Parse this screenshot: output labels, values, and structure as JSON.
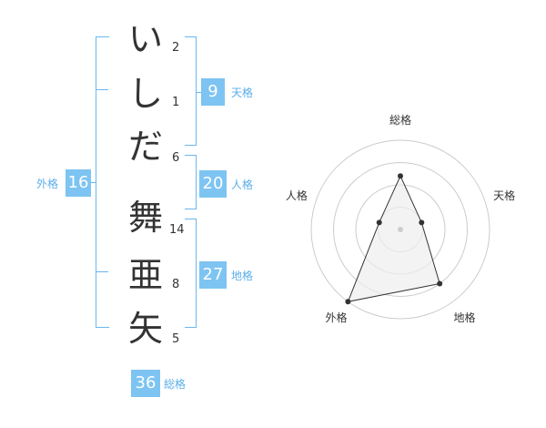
{
  "name": {
    "characters": [
      {
        "char": "い",
        "strokes": "2"
      },
      {
        "char": "し",
        "strokes": "1"
      },
      {
        "char": "だ",
        "strokes": "6"
      },
      {
        "char": "舞",
        "strokes": "14"
      },
      {
        "char": "亜",
        "strokes": "8"
      },
      {
        "char": "矢",
        "strokes": "5"
      }
    ]
  },
  "kakusu": {
    "tenkaku": {
      "value": "9",
      "label": "天格"
    },
    "jinkaku": {
      "value": "20",
      "label": "人格"
    },
    "chikaku": {
      "value": "27",
      "label": "地格"
    },
    "gaikaku": {
      "value": "16",
      "label": "外格"
    },
    "soukaku": {
      "value": "36",
      "label": "総格"
    }
  },
  "radar": {
    "axes": [
      "総格",
      "天格",
      "地格",
      "外格",
      "人格"
    ],
    "values": [
      0.6,
      0.25,
      0.75,
      1.0,
      0.25
    ],
    "ring_count": 4,
    "colors": {
      "grid": "#cccccc",
      "polygon_stroke": "#333333",
      "polygon_fill": "#eeeeee",
      "point": "#333333",
      "center": "#cccccc"
    }
  }
}
